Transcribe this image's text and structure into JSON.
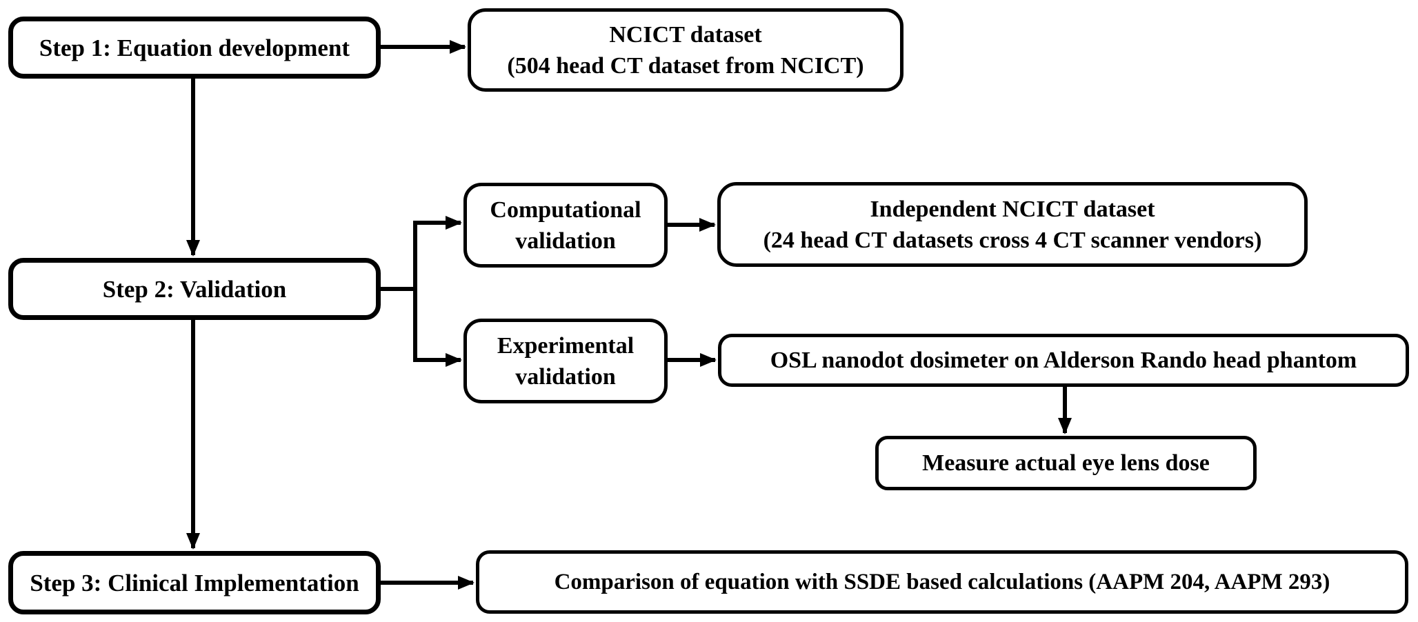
{
  "figure": {
    "background": "#ffffff",
    "ink_color": "#000000",
    "nodes": {
      "step1": {
        "label": "Step 1: Equation development"
      },
      "ncict_dataset": {
        "label": "NCICT dataset\n(504 head CT dataset from NCICT)"
      },
      "step2": {
        "label": "Step 2: Validation"
      },
      "computational_validation": {
        "label": "Computational\nvalidation"
      },
      "independent_ncict": {
        "label": "Independent NCICT dataset\n(24 head CT datasets cross 4 CT scanner vendors)"
      },
      "experimental_validation": {
        "label": "Experimental\nvalidation"
      },
      "osl_dosimeter": {
        "label": "OSL nanodot dosimeter on Alderson Rando head phantom"
      },
      "measure_dose": {
        "label": "Measure actual eye lens dose"
      },
      "step3": {
        "label": "Step 3: Clinical Implementation"
      },
      "comparison": {
        "label": "Comparison of equation with SSDE based calculations (AAPM 204, AAPM 293)"
      }
    },
    "edges": [
      {
        "from": "step1",
        "to": "ncict_dataset"
      },
      {
        "from": "step1",
        "to": "step2"
      },
      {
        "from": "step2",
        "to": "computational_validation"
      },
      {
        "from": "step2",
        "to": "experimental_validation"
      },
      {
        "from": "computational_validation",
        "to": "independent_ncict"
      },
      {
        "from": "experimental_validation",
        "to": "osl_dosimeter"
      },
      {
        "from": "osl_dosimeter",
        "to": "measure_dose"
      },
      {
        "from": "step2",
        "to": "step3"
      },
      {
        "from": "step3",
        "to": "comparison"
      }
    ]
  }
}
